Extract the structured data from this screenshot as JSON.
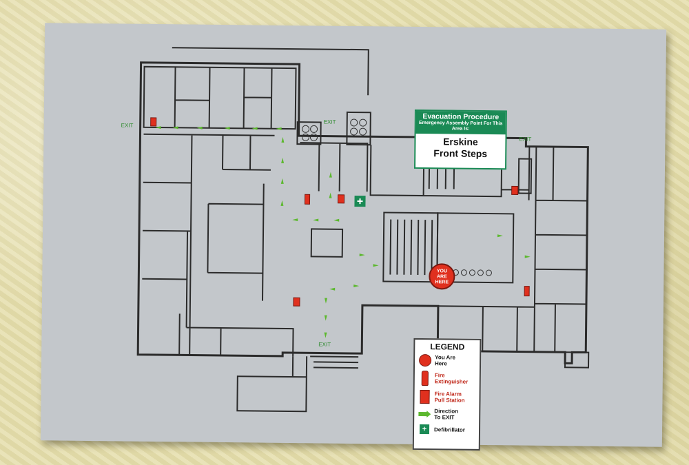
{
  "evacuation": {
    "title": "Evacuation Procedure",
    "subtitle": "Emergency Assembly Point For This Area Is:",
    "assembly_point_line1": "Erskine",
    "assembly_point_line2": "Front Steps",
    "accent_color": "#1a8a55"
  },
  "map": {
    "you_are_here_line1": "YOU",
    "you_are_here_line2": "ARE",
    "you_are_here_line3": "HERE",
    "exit_labels": [
      "EXIT",
      "EXIT",
      "EXIT",
      "EXIT"
    ],
    "arrow_color": "#5cb82e",
    "marker_color": "#e0301e"
  },
  "legend": {
    "title": "LEGEND",
    "items": [
      {
        "label_line1": "You Are",
        "label_line2": "Here",
        "icon": "you-are-here-icon"
      },
      {
        "label_line1": "Fire",
        "label_line2": "Extinguisher",
        "icon": "fire-extinguisher-icon"
      },
      {
        "label_line1": "Fire Alarm",
        "label_line2": "Pull Station",
        "icon": "fire-alarm-icon"
      },
      {
        "label_line1": "Direction",
        "label_line2": "To EXIT",
        "icon": "direction-arrow-icon"
      },
      {
        "label_line1": "Defibrillator",
        "label_line2": "",
        "icon": "defibrillator-icon"
      }
    ]
  }
}
